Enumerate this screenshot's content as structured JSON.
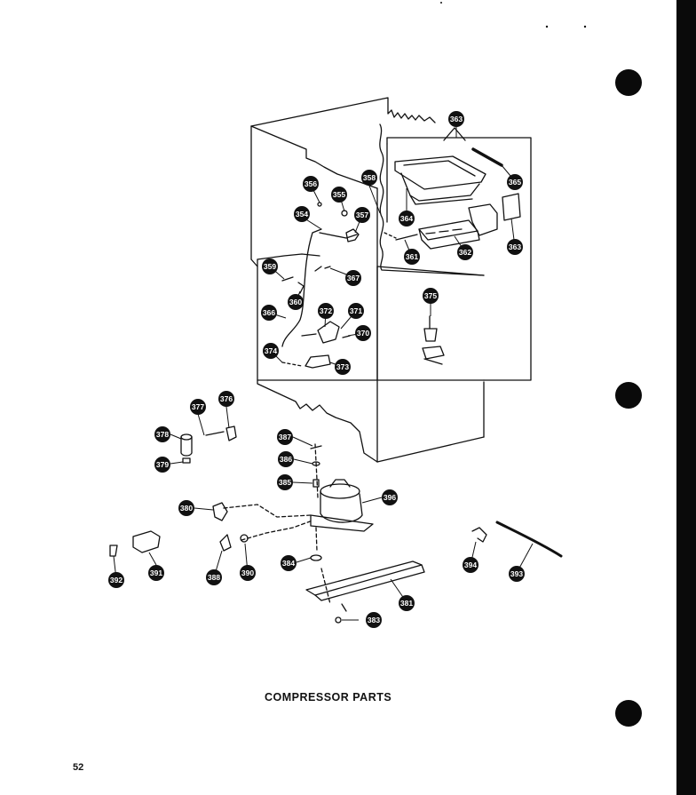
{
  "page": {
    "caption": "COMPRESSOR PARTS",
    "page_number": "52"
  },
  "callouts": [
    {
      "id": "c363a",
      "label": "363"
    },
    {
      "id": "c365",
      "label": "365"
    },
    {
      "id": "c358",
      "label": "358"
    },
    {
      "id": "c356",
      "label": "356"
    },
    {
      "id": "c355",
      "label": "355"
    },
    {
      "id": "c357",
      "label": "357"
    },
    {
      "id": "c354",
      "label": "354"
    },
    {
      "id": "c364",
      "label": "364"
    },
    {
      "id": "c363b",
      "label": "363"
    },
    {
      "id": "c361",
      "label": "361"
    },
    {
      "id": "c362",
      "label": "362"
    },
    {
      "id": "c359",
      "label": "359"
    },
    {
      "id": "c367",
      "label": "367"
    },
    {
      "id": "c360",
      "label": "360"
    },
    {
      "id": "c366",
      "label": "366"
    },
    {
      "id": "c372",
      "label": "372"
    },
    {
      "id": "c371",
      "label": "371"
    },
    {
      "id": "c370",
      "label": "370"
    },
    {
      "id": "c375",
      "label": "375"
    },
    {
      "id": "c374",
      "label": "374"
    },
    {
      "id": "c373",
      "label": "373"
    },
    {
      "id": "c377",
      "label": "377"
    },
    {
      "id": "c376",
      "label": "376"
    },
    {
      "id": "c378",
      "label": "378"
    },
    {
      "id": "c379",
      "label": "379"
    },
    {
      "id": "c387",
      "label": "387"
    },
    {
      "id": "c386",
      "label": "386"
    },
    {
      "id": "c385",
      "label": "385"
    },
    {
      "id": "c396",
      "label": "396"
    },
    {
      "id": "c380",
      "label": "380"
    },
    {
      "id": "c391",
      "label": "391"
    },
    {
      "id": "c392",
      "label": "392"
    },
    {
      "id": "c388",
      "label": "388"
    },
    {
      "id": "c390",
      "label": "390"
    },
    {
      "id": "c384",
      "label": "384"
    },
    {
      "id": "c394",
      "label": "394"
    },
    {
      "id": "c393",
      "label": "393"
    },
    {
      "id": "c381",
      "label": "381"
    },
    {
      "id": "c383",
      "label": "383"
    }
  ]
}
